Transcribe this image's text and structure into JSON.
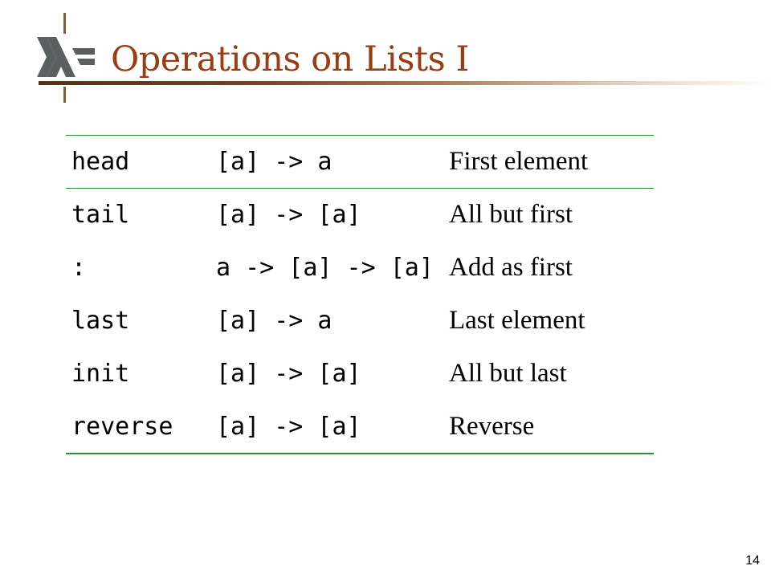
{
  "slide": {
    "title": "Operations on Lists I",
    "page_number": "14",
    "logo_icon": "haskell-logo-icon",
    "colors": {
      "title": "#9b3d12",
      "rule": "#5a2e12",
      "table_rule": "#2e8b2e",
      "logo_gray": "#5c5f60"
    }
  },
  "table": {
    "rows": [
      {
        "function": "head",
        "signature": "[a] -> a",
        "description": "First element"
      },
      {
        "function": "tail",
        "signature": "[a] -> [a]",
        "description": "All but first"
      },
      {
        "function": ":",
        "signature": "a -> [a] -> [a]",
        "description": "Add as first"
      },
      {
        "function": "last",
        "signature": "[a] -> a",
        "description": "Last element"
      },
      {
        "function": "init",
        "signature": "[a] -> [a]",
        "description": "All but last"
      },
      {
        "function": "reverse",
        "signature": "[a] -> [a]",
        "description": "Reverse"
      }
    ]
  }
}
